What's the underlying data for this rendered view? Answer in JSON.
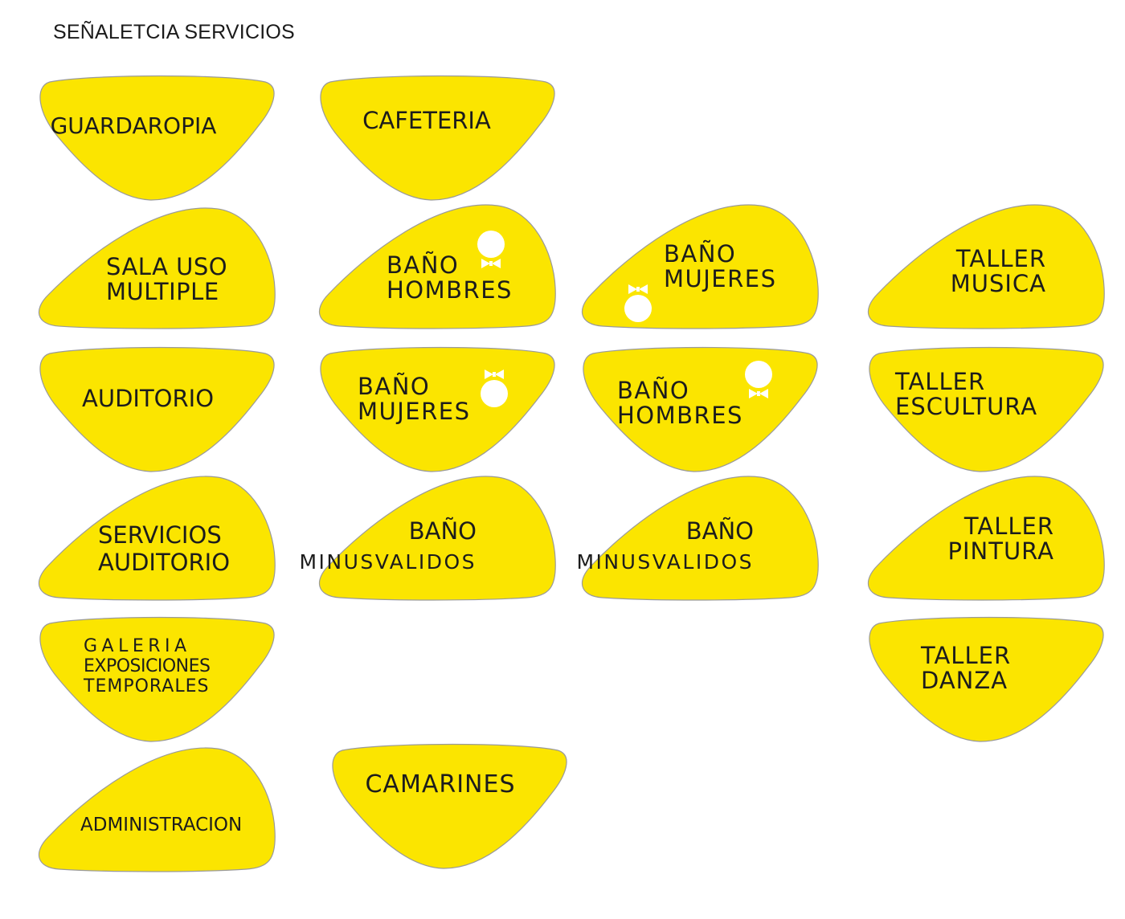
{
  "title": "SEÑALETCIA SERVICIOS",
  "colors": {
    "sign_fill": "#fbe500",
    "sign_outline": "#9a9a9a",
    "text": "#1c1c1c",
    "icon": "#ffffff"
  },
  "signs": [
    {
      "id": "guardaropia",
      "shape": "droop",
      "lines": [
        "GUARDAROPIA"
      ]
    },
    {
      "id": "cafeteria",
      "shape": "droop",
      "lines": [
        "CAFETERIA"
      ]
    },
    {
      "id": "sala-uso-multiple",
      "shape": "peak",
      "lines": [
        "SALA USO",
        "MULTIPLE"
      ]
    },
    {
      "id": "bano-hombres-1",
      "shape": "peak",
      "lines": [
        "BAÑO",
        "HOMBRES"
      ],
      "icon": "man-restroom-icon"
    },
    {
      "id": "bano-mujeres-1",
      "shape": "peak",
      "lines": [
        "BAÑO",
        "MUJERES"
      ],
      "icon": "woman-restroom-icon"
    },
    {
      "id": "taller-musica",
      "shape": "peak",
      "lines": [
        "TALLER",
        "MUSICA"
      ]
    },
    {
      "id": "auditorio",
      "shape": "droop",
      "lines": [
        "AUDITORIO"
      ]
    },
    {
      "id": "bano-mujeres-2",
      "shape": "droop",
      "lines": [
        "BAÑO",
        "MUJERES"
      ],
      "icon": "woman-restroom-icon"
    },
    {
      "id": "bano-hombres-2",
      "shape": "droop",
      "lines": [
        "BAÑO",
        "HOMBRES"
      ],
      "icon": "man-restroom-icon"
    },
    {
      "id": "taller-escultura",
      "shape": "droop",
      "lines": [
        "TALLER",
        "ESCULTURA"
      ]
    },
    {
      "id": "servicios-auditorio",
      "shape": "peak",
      "lines": [
        "SERVICIOS",
        "AUDITORIO"
      ]
    },
    {
      "id": "bano-minusvalidos-1",
      "shape": "peak",
      "lines": [
        "BAÑO",
        "MINUSVALIDOS"
      ]
    },
    {
      "id": "bano-minusvalidos-2",
      "shape": "peak",
      "lines": [
        "BAÑO",
        "MINUSVALIDOS"
      ]
    },
    {
      "id": "taller-pintura",
      "shape": "peak",
      "lines": [
        "TALLER",
        "PINTURA"
      ]
    },
    {
      "id": "galeria-exposiciones-temporales",
      "shape": "droop",
      "lines": [
        "GALERIA",
        "EXPOSICIONES",
        "TEMPORALES"
      ]
    },
    {
      "id": "taller-danza",
      "shape": "droop",
      "lines": [
        "TALLER",
        "DANZA"
      ]
    },
    {
      "id": "administracion",
      "shape": "peak",
      "lines": [
        "ADMINISTRACION"
      ]
    },
    {
      "id": "camarines",
      "shape": "droop",
      "lines": [
        "CAMARINES"
      ]
    }
  ]
}
